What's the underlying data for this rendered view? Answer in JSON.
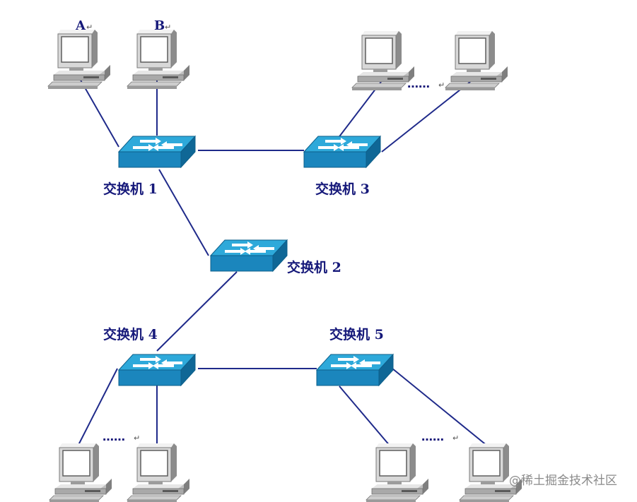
{
  "switches": {
    "s1": {
      "label": "交换机 1"
    },
    "s2": {
      "label": "交换机 2"
    },
    "s3": {
      "label": "交换机 3"
    },
    "s4": {
      "label": "交换机 4"
    },
    "s5": {
      "label": "交换机 5"
    }
  },
  "computers": {
    "a": {
      "label": "A"
    },
    "b": {
      "label": "B"
    }
  },
  "ellipsis": "……",
  "return_mark": "↵",
  "watermark": "@稀土掘金技术社区",
  "colors": {
    "link": "#1f2a8a",
    "switch_top": "#2ea9da",
    "switch_front": "#1b86bd",
    "switch_side": "#0f6796",
    "label": "#16197a"
  }
}
